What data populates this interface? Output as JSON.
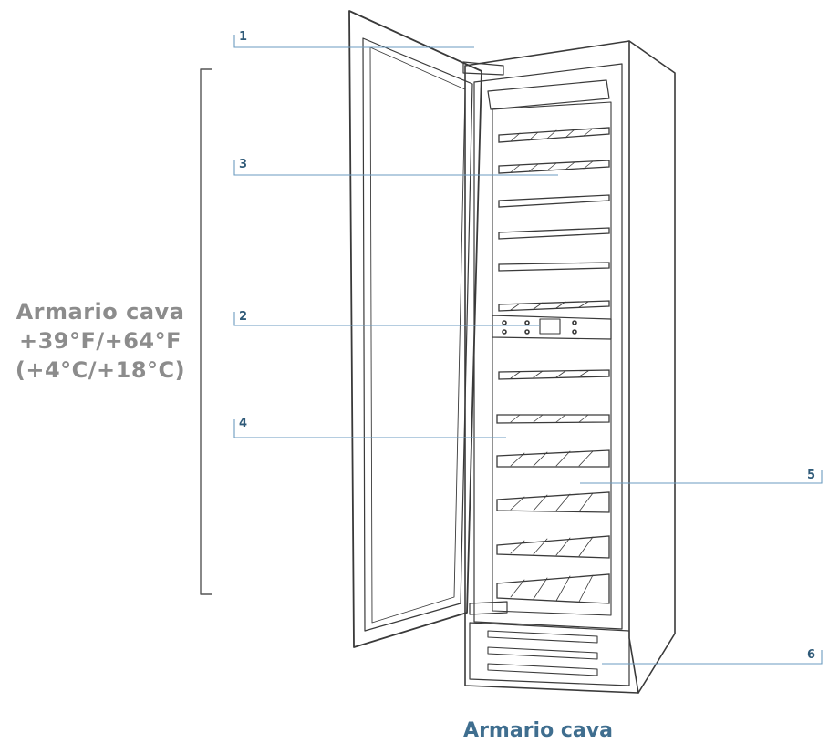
{
  "zone_label": {
    "line1": "Armario cava",
    "line2": "+39°F/+64°F",
    "line3": "(+4°C/+18°C)"
  },
  "caption": "Armario cava",
  "callouts": [
    "1",
    "2",
    "3",
    "4",
    "5",
    "6"
  ],
  "colors": {
    "callout_text": "#2f5a78",
    "callout_line": "#6b9bc0",
    "zone_label_text": "#8c8c8c",
    "caption_text": "#3f6e8f",
    "drawing_line": "#3a3a3a"
  }
}
